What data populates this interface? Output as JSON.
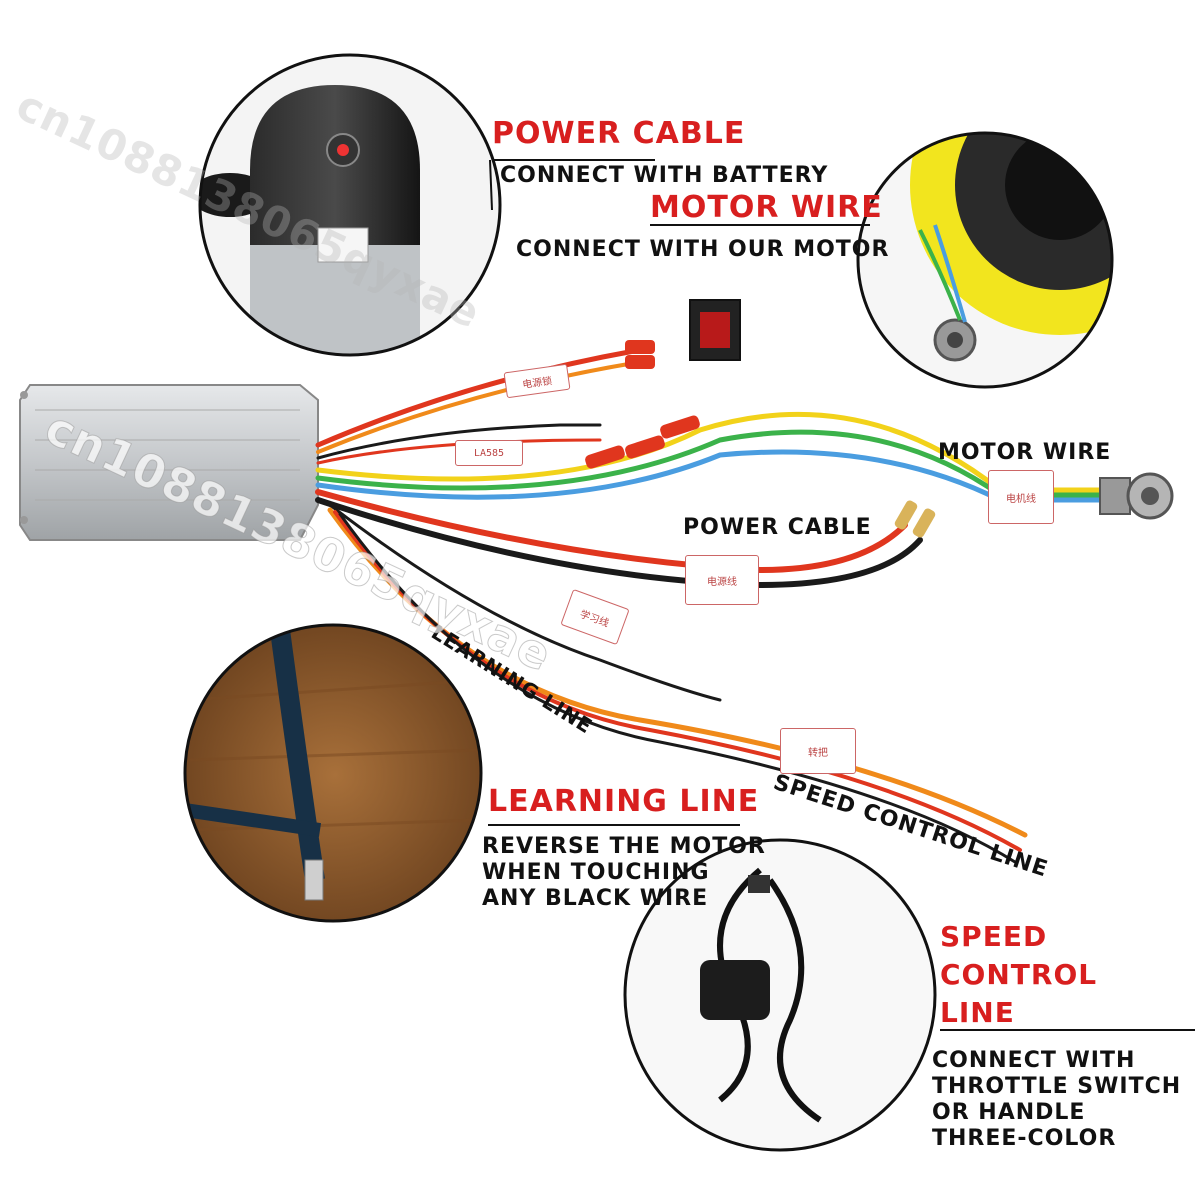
{
  "callouts": {
    "power_cable_title": "POWER CABLE",
    "power_cable_desc": "CONNECT WITH BATTERY",
    "motor_wire_title": "MOTOR WIRE",
    "motor_wire_desc": "CONNECT WITH OUR MOTOR",
    "learning_line_title": "LEARNING LINE",
    "learning_line_desc": [
      "REVERSE THE MOTOR",
      "WHEN TOUCHING",
      "ANY BLACK WIRE"
    ],
    "speed_control_title": [
      "SPEED",
      "CONTROL",
      "LINE"
    ],
    "speed_control_desc": [
      "CONNECT WITH",
      "THROTTLE SWITCH",
      "OR HANDLE",
      "THREE-COLOR"
    ]
  },
  "wire_labels": {
    "motor_wire": "MOTOR WIRE",
    "power_cable": "POWER CABLE",
    "learning_line": "LEARNING LINE",
    "speed_control_line": "SPEED CONTROL LINE"
  },
  "wire_tags": [
    "电源锁",
    "LA585",
    "电机线",
    "电源线",
    "学习线",
    "转把"
  ],
  "watermark": "cn1088138065qyxae",
  "colors": {
    "accent_red": "#d81f1f",
    "wire_red": "#e0361e",
    "wire_orange": "#f08a1a",
    "wire_yellow": "#f2d21a",
    "wire_blue": "#4a9de0",
    "wire_green": "#3bb24a",
    "wire_black": "#1a1a1a",
    "housing": "#c9ccce"
  }
}
